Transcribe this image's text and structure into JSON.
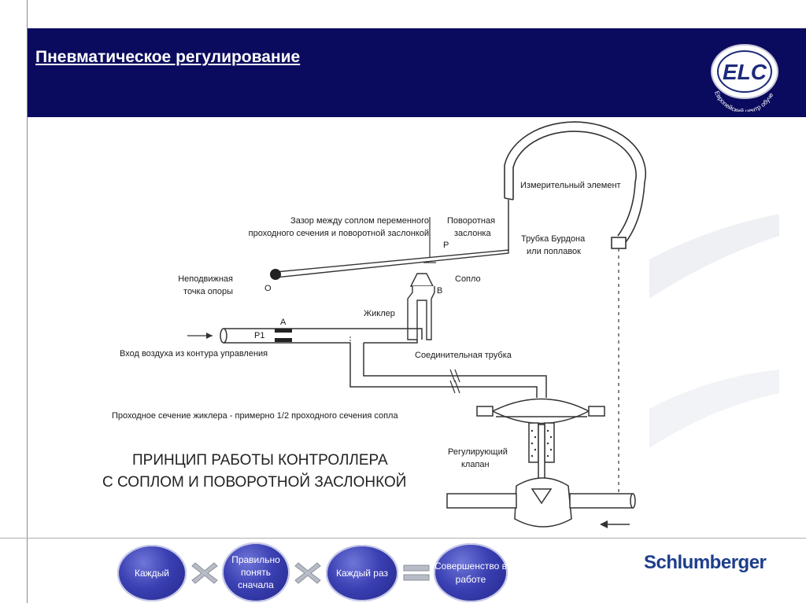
{
  "header": {
    "title": "Пневматическое регулирование",
    "logo_text": "ELC",
    "logo_subtitle": "Европейский центр обучения"
  },
  "diagram": {
    "labels": {
      "measuring_element": "Измерительный элемент",
      "gap_line1": "Зазор между соплом переменного",
      "gap_line2": "проходного сечения и поворотной заслонкой",
      "flapper_line1": "Поворотная",
      "flapper_line2": "заслонка",
      "bourdon_line1": "Трубка Бурдона",
      "bourdon_line2": "или поплавок",
      "pivot_line1": "Неподвижная",
      "pivot_line2": "точка опоры",
      "nozzle": "Сопло",
      "restrictor": "Жиклер",
      "air_input": "Вход воздуха из контура управления",
      "connecting_tube": "Соединительная трубка",
      "restrictor_note": "Проходное сечение жиклера - примерно 1/2 проходного сечения сопла",
      "valve_line1": "Регулирующий",
      "valve_line2": "клапан",
      "letter_a": "A",
      "letter_b": "B",
      "letter_o": "O",
      "letter_p": "P",
      "p1": "P1"
    },
    "caption_line1": "ПРИНЦИП РАБОТЫ КОНТРОЛЛЕРА",
    "caption_line2": "С СОПЛОМ И ПОВОРОТНОЙ ЗАСЛОНКОЙ"
  },
  "footer": {
    "bubbles": [
      "Каждый",
      "Правильно понять сначала",
      "Каждый раз",
      "Совершенство в работе"
    ],
    "brand": "Schlumberger"
  },
  "colors": {
    "header_bg": "#0a0a5e",
    "bubble": "#3a3fb2",
    "brand": "#1d3e8c"
  }
}
